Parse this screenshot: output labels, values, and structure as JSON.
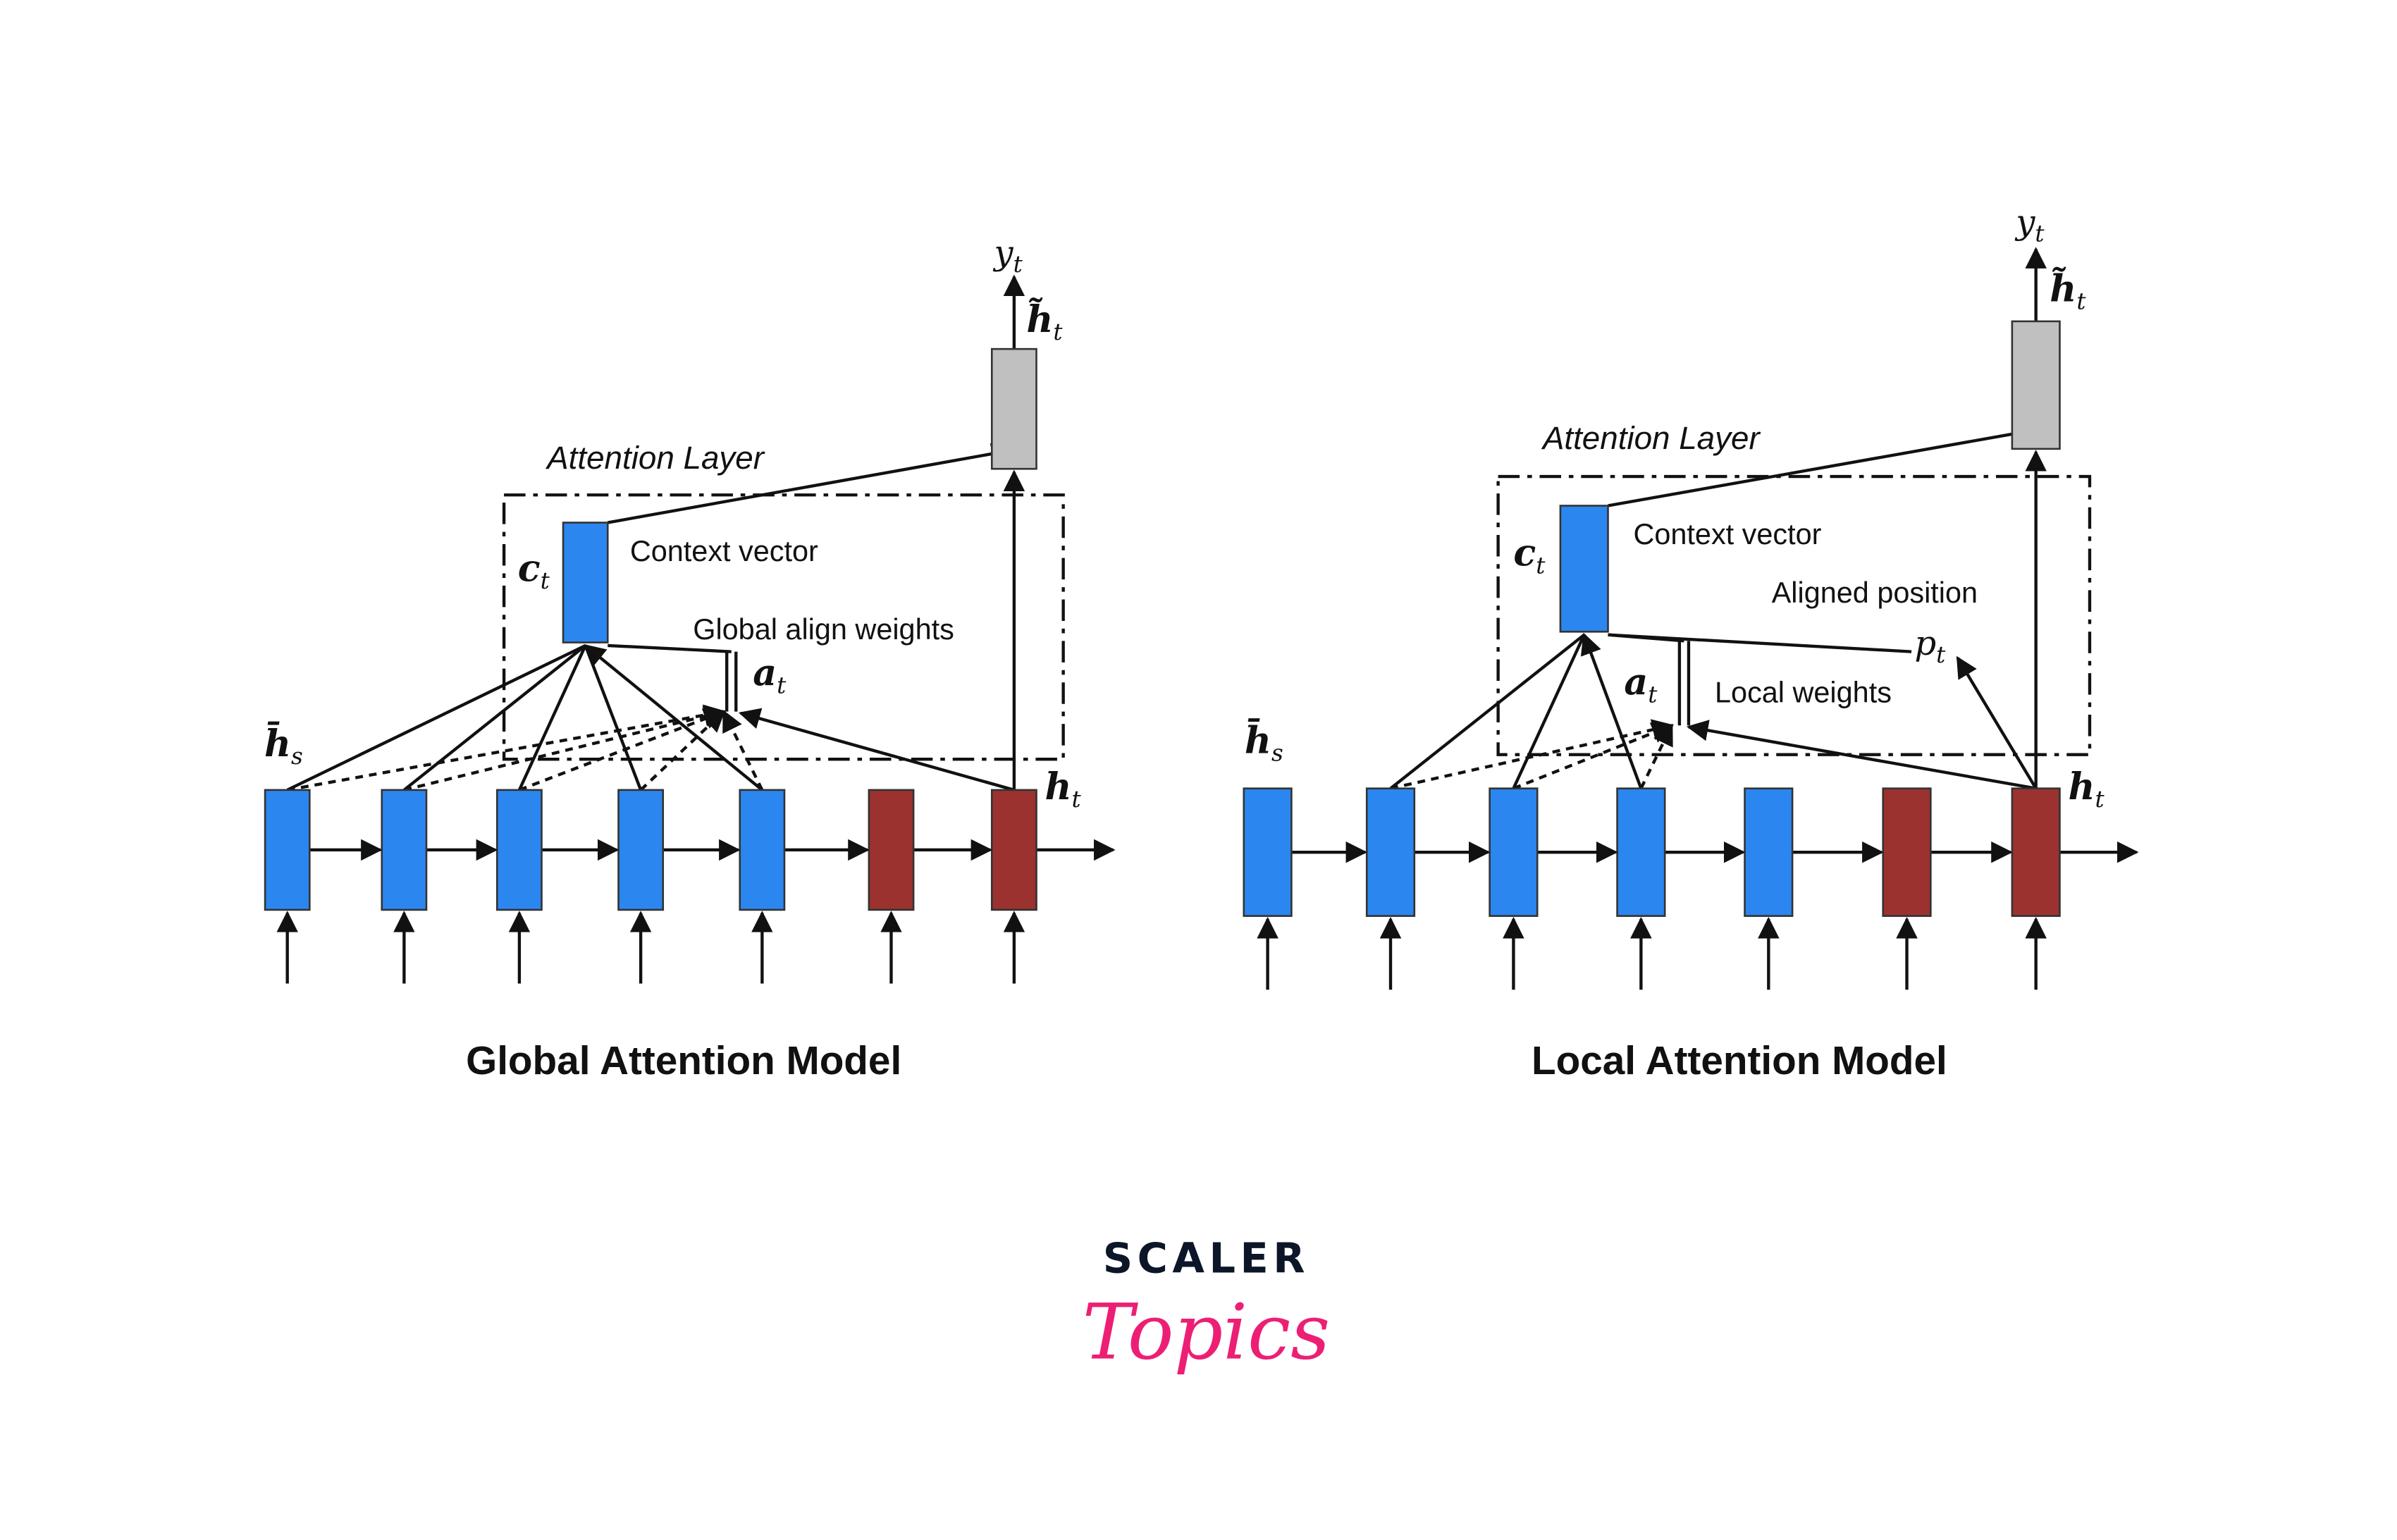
{
  "colors": {
    "encoder": "#2b86f0",
    "decoder": "#9b3230",
    "output": "#c0c0c0",
    "brand_dark": "#0c1628",
    "brand_pink": "#ec1f74"
  },
  "global": {
    "title": "Global Attention Model",
    "attention_layer": "Attention Layer",
    "context_vector": "Context vector",
    "align_weights": "Global align weights",
    "y": {
      "base": "y",
      "sub": "t"
    },
    "htilde": {
      "base": "h̃",
      "sub": "t"
    },
    "c": {
      "base": "c",
      "sub": "t"
    },
    "a": {
      "base": "a",
      "sub": "t"
    },
    "hs": {
      "base": "h̄",
      "sub": "s"
    },
    "ht": {
      "base": "h",
      "sub": "t"
    }
  },
  "local": {
    "title": "Local Attention Model",
    "attention_layer": "Attention Layer",
    "context_vector": "Context vector",
    "aligned_position": "Aligned position",
    "local_weights": "Local weights",
    "y": {
      "base": "y",
      "sub": "t"
    },
    "htilde": {
      "base": "h̃",
      "sub": "t"
    },
    "c": {
      "base": "c",
      "sub": "t"
    },
    "a": {
      "base": "a",
      "sub": "t"
    },
    "p": {
      "base": "p",
      "sub": "t"
    },
    "hs": {
      "base": "h̄",
      "sub": "s"
    },
    "ht": {
      "base": "h",
      "sub": "t"
    }
  },
  "logo": {
    "line1": "SCALER",
    "line2": "Topics"
  }
}
